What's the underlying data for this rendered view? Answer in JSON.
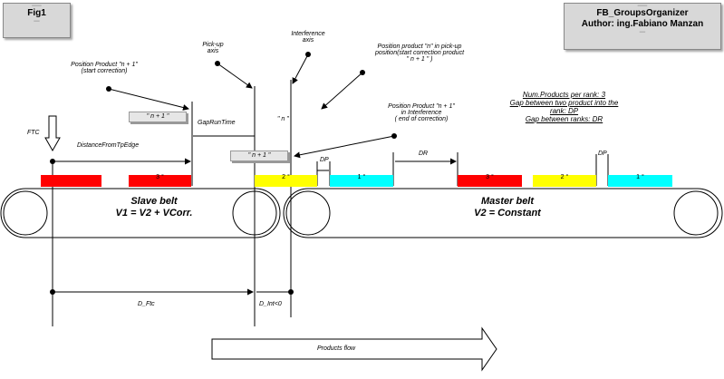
{
  "fig_box": {
    "title": "Fig1"
  },
  "header_box": {
    "title": "FB_GroupsOrganizer",
    "author": "Author: ing.Fabiano Manzan"
  },
  "labels": {
    "pos_start": "Position Product \"n + 1\"",
    "pos_start_sub": "(start correction)",
    "pickup": "Pick-up",
    "pickup_sub": "axis",
    "interference": "Interference",
    "interference_sub": "axis",
    "pos_n_line1": "Position product \"n\" in pick-up",
    "pos_n_line2": "position(start correction product",
    "pos_n_line3": "\" n + 1 \" )",
    "pos_interf_line1": "Position Product \"n + 1\"",
    "pos_interf_line2": "in Interference",
    "pos_interf_line3": "( end of correction)",
    "ftc": "FTC",
    "distance_from_tp": "DistanceFromTpEdge",
    "gap_run_time": "GapRunTime",
    "n_plus_1_a": "\" n + 1 \"",
    "n_plus_1_b": "\" n + 1 \"",
    "n_label": "\" n \"",
    "slave_belt": "Slave belt",
    "slave_formula": "V1 = V2 + VCorr.",
    "master_belt": "Master belt",
    "master_formula": "V2 = Constant",
    "d_ftc": "D_Ftc",
    "d_int": "D_Int<0",
    "products_flow": "Products flow",
    "dr": "DR",
    "dp1": "DP",
    "dp2": "DP"
  },
  "info": {
    "num_products": "Num.Products per rank:   3",
    "gap_line1": "Gap between two product into the",
    "gap_line2": "rank: DP",
    "gap_ranks": "Gap between ranks: DR"
  },
  "products": [
    {
      "label": "",
      "color": "#ff0000"
    },
    {
      "label": "3 °",
      "color": "#ff0000"
    },
    {
      "label": "2 °",
      "color": "#ffff00"
    },
    {
      "label": "1 °",
      "color": "#00ffff"
    },
    {
      "label": "3 °",
      "color": "#ff0000"
    },
    {
      "label": "2 °",
      "color": "#ffff00"
    },
    {
      "label": "1 °",
      "color": "#00ffff"
    }
  ]
}
